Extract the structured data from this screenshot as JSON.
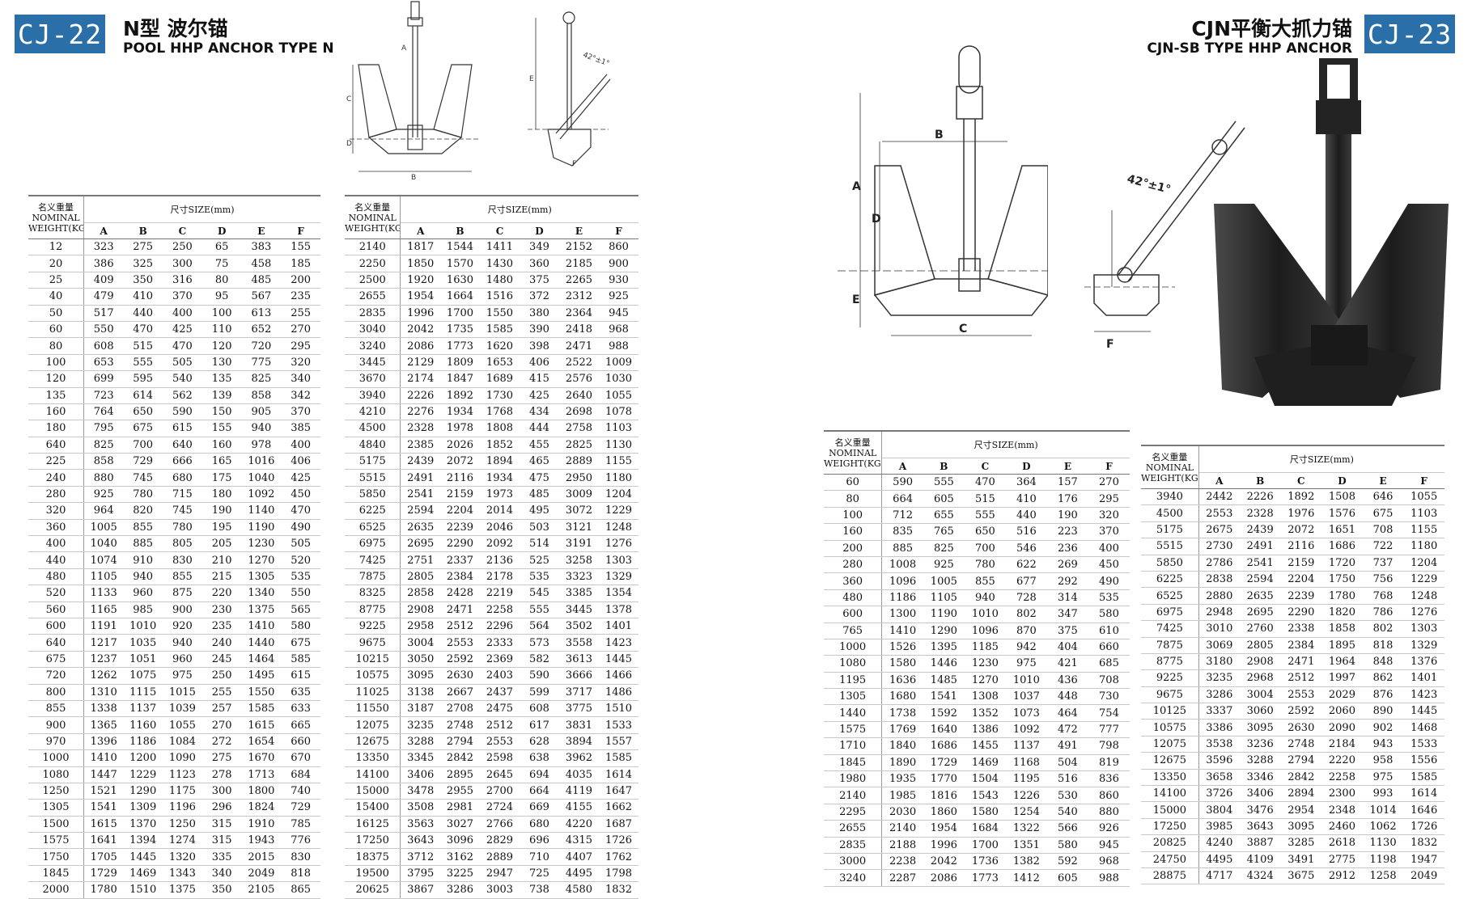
{
  "left": {
    "badge": "CJ-22",
    "title_cn": "N型 波尔锚",
    "title_en": "POOL HHP ANCHOR TYPE N",
    "header": {
      "weight_cn": "名义重量",
      "weight_en1": "NOMINAL",
      "weight_en2": "WEIGHT(KG)",
      "size": "尺寸SIZE(mm)"
    },
    "columns": [
      "A",
      "B",
      "C",
      "D",
      "E",
      "F"
    ],
    "angle_label": "42°±1°",
    "table1": [
      [
        "12",
        "323",
        "275",
        "250",
        "65",
        "383",
        "155"
      ],
      [
        "20",
        "386",
        "325",
        "300",
        "75",
        "458",
        "185"
      ],
      [
        "25",
        "409",
        "350",
        "316",
        "80",
        "485",
        "200"
      ],
      [
        "40",
        "479",
        "410",
        "370",
        "95",
        "567",
        "235"
      ],
      [
        "50",
        "517",
        "440",
        "400",
        "100",
        "613",
        "255"
      ],
      [
        "60",
        "550",
        "470",
        "425",
        "110",
        "652",
        "270"
      ],
      [
        "80",
        "608",
        "515",
        "470",
        "120",
        "720",
        "295"
      ],
      [
        "100",
        "653",
        "555",
        "505",
        "130",
        "775",
        "320"
      ],
      [
        "120",
        "699",
        "595",
        "540",
        "135",
        "825",
        "340"
      ],
      [
        "135",
        "723",
        "614",
        "562",
        "139",
        "858",
        "342"
      ],
      [
        "160",
        "764",
        "650",
        "590",
        "150",
        "905",
        "370"
      ],
      [
        "180",
        "795",
        "675",
        "615",
        "155",
        "940",
        "385"
      ],
      [
        "640",
        "825",
        "700",
        "640",
        "160",
        "978",
        "400"
      ],
      [
        "225",
        "858",
        "729",
        "666",
        "165",
        "1016",
        "406"
      ],
      [
        "240",
        "880",
        "745",
        "680",
        "175",
        "1040",
        "425"
      ],
      [
        "280",
        "925",
        "780",
        "715",
        "180",
        "1092",
        "450"
      ],
      [
        "320",
        "964",
        "820",
        "745",
        "190",
        "1140",
        "470"
      ],
      [
        "360",
        "1005",
        "855",
        "780",
        "195",
        "1190",
        "490"
      ],
      [
        "400",
        "1040",
        "885",
        "805",
        "205",
        "1230",
        "505"
      ],
      [
        "440",
        "1074",
        "910",
        "830",
        "210",
        "1270",
        "520"
      ],
      [
        "480",
        "1105",
        "940",
        "855",
        "215",
        "1305",
        "535"
      ],
      [
        "520",
        "1133",
        "960",
        "875",
        "220",
        "1340",
        "550"
      ],
      [
        "560",
        "1165",
        "985",
        "900",
        "230",
        "1375",
        "565"
      ],
      [
        "600",
        "1191",
        "1010",
        "920",
        "235",
        "1410",
        "580"
      ],
      [
        "640",
        "1217",
        "1035",
        "940",
        "240",
        "1440",
        "675"
      ],
      [
        "675",
        "1237",
        "1051",
        "960",
        "245",
        "1464",
        "585"
      ],
      [
        "720",
        "1262",
        "1075",
        "975",
        "250",
        "1495",
        "615"
      ],
      [
        "800",
        "1310",
        "1115",
        "1015",
        "255",
        "1550",
        "635"
      ],
      [
        "855",
        "1338",
        "1137",
        "1039",
        "257",
        "1585",
        "633"
      ],
      [
        "900",
        "1365",
        "1160",
        "1055",
        "270",
        "1615",
        "665"
      ],
      [
        "970",
        "1396",
        "1186",
        "1084",
        "272",
        "1654",
        "660"
      ],
      [
        "1000",
        "1410",
        "1200",
        "1090",
        "275",
        "1670",
        "670"
      ],
      [
        "1080",
        "1447",
        "1229",
        "1123",
        "278",
        "1713",
        "684"
      ],
      [
        "1250",
        "1521",
        "1290",
        "1175",
        "300",
        "1800",
        "740"
      ],
      [
        "1305",
        "1541",
        "1309",
        "1196",
        "296",
        "1824",
        "729"
      ],
      [
        "1500",
        "1615",
        "1370",
        "1250",
        "315",
        "1910",
        "785"
      ],
      [
        "1575",
        "1641",
        "1394",
        "1274",
        "315",
        "1943",
        "776"
      ],
      [
        "1750",
        "1705",
        "1445",
        "1320",
        "335",
        "2015",
        "830"
      ],
      [
        "1845",
        "1729",
        "1469",
        "1343",
        "340",
        "2049",
        "818"
      ],
      [
        "2000",
        "1780",
        "1510",
        "1375",
        "350",
        "2105",
        "865"
      ]
    ],
    "table2": [
      [
        "2140",
        "1817",
        "1544",
        "1411",
        "349",
        "2152",
        "860"
      ],
      [
        "2250",
        "1850",
        "1570",
        "1430",
        "360",
        "2185",
        "900"
      ],
      [
        "2500",
        "1920",
        "1630",
        "1480",
        "375",
        "2265",
        "930"
      ],
      [
        "2655",
        "1954",
        "1664",
        "1516",
        "372",
        "2312",
        "925"
      ],
      [
        "2835",
        "1996",
        "1700",
        "1550",
        "380",
        "2364",
        "945"
      ],
      [
        "3040",
        "2042",
        "1735",
        "1585",
        "390",
        "2418",
        "968"
      ],
      [
        "3240",
        "2086",
        "1773",
        "1620",
        "398",
        "2471",
        "988"
      ],
      [
        "3445",
        "2129",
        "1809",
        "1653",
        "406",
        "2522",
        "1009"
      ],
      [
        "3670",
        "2174",
        "1847",
        "1689",
        "415",
        "2576",
        "1030"
      ],
      [
        "3940",
        "2226",
        "1892",
        "1730",
        "425",
        "2640",
        "1055"
      ],
      [
        "4210",
        "2276",
        "1934",
        "1768",
        "434",
        "2698",
        "1078"
      ],
      [
        "4500",
        "2328",
        "1978",
        "1808",
        "444",
        "2758",
        "1103"
      ],
      [
        "4840",
        "2385",
        "2026",
        "1852",
        "455",
        "2825",
        "1130"
      ],
      [
        "5175",
        "2439",
        "2072",
        "1894",
        "465",
        "2889",
        "1155"
      ],
      [
        "5515",
        "2491",
        "2116",
        "1934",
        "475",
        "2950",
        "1180"
      ],
      [
        "5850",
        "2541",
        "2159",
        "1973",
        "485",
        "3009",
        "1204"
      ],
      [
        "6225",
        "2594",
        "2204",
        "2014",
        "495",
        "3072",
        "1229"
      ],
      [
        "6525",
        "2635",
        "2239",
        "2046",
        "503",
        "3121",
        "1248"
      ],
      [
        "6975",
        "2695",
        "2290",
        "2092",
        "514",
        "3191",
        "1276"
      ],
      [
        "7425",
        "2751",
        "2337",
        "2136",
        "525",
        "3258",
        "1303"
      ],
      [
        "7875",
        "2805",
        "2384",
        "2178",
        "535",
        "3323",
        "1329"
      ],
      [
        "8325",
        "2858",
        "2428",
        "2219",
        "545",
        "3385",
        "1354"
      ],
      [
        "8775",
        "2908",
        "2471",
        "2258",
        "555",
        "3445",
        "1378"
      ],
      [
        "9225",
        "2958",
        "2512",
        "2296",
        "564",
        "3502",
        "1401"
      ],
      [
        "9675",
        "3004",
        "2553",
        "2333",
        "573",
        "3558",
        "1423"
      ],
      [
        "10215",
        "3050",
        "2592",
        "2369",
        "582",
        "3613",
        "1445"
      ],
      [
        "10575",
        "3095",
        "2630",
        "2403",
        "590",
        "3666",
        "1466"
      ],
      [
        "11025",
        "3138",
        "2667",
        "2437",
        "599",
        "3717",
        "1486"
      ],
      [
        "11550",
        "3187",
        "2708",
        "2475",
        "608",
        "3775",
        "1510"
      ],
      [
        "12075",
        "3235",
        "2748",
        "2512",
        "617",
        "3831",
        "1533"
      ],
      [
        "12675",
        "3288",
        "2794",
        "2553",
        "628",
        "3894",
        "1557"
      ],
      [
        "13350",
        "3345",
        "2842",
        "2598",
        "638",
        "3962",
        "1585"
      ],
      [
        "14100",
        "3406",
        "2895",
        "2645",
        "694",
        "4035",
        "1614"
      ],
      [
        "15000",
        "3478",
        "2955",
        "2700",
        "664",
        "4119",
        "1647"
      ],
      [
        "15400",
        "3508",
        "2981",
        "2724",
        "669",
        "4155",
        "1662"
      ],
      [
        "16125",
        "3563",
        "3027",
        "2766",
        "680",
        "4220",
        "1687"
      ],
      [
        "17250",
        "3643",
        "3096",
        "2829",
        "696",
        "4315",
        "1726"
      ],
      [
        "18375",
        "3712",
        "3162",
        "2889",
        "710",
        "4407",
        "1762"
      ],
      [
        "19500",
        "3795",
        "3225",
        "2947",
        "725",
        "4495",
        "1798"
      ],
      [
        "20625",
        "3867",
        "3286",
        "3003",
        "738",
        "4580",
        "1832"
      ]
    ]
  },
  "right": {
    "badge": "CJ-23",
    "title_cn": "CJN平衡大抓力锚",
    "title_en": "CJN-SB TYPE HHP ANCHOR",
    "header": {
      "weight_cn": "名义重量",
      "weight_en1": "NOMINAL",
      "weight_en2": "WEIGHT(KG)",
      "size": "尺寸SIZE(mm)"
    },
    "columns": [
      "A",
      "B",
      "C",
      "D",
      "E",
      "F"
    ],
    "angle_label": "42°±1°",
    "table1": [
      [
        "60",
        "590",
        "555",
        "470",
        "364",
        "157",
        "270"
      ],
      [
        "80",
        "664",
        "605",
        "515",
        "410",
        "176",
        "295"
      ],
      [
        "100",
        "712",
        "655",
        "555",
        "440",
        "190",
        "320"
      ],
      [
        "160",
        "835",
        "765",
        "650",
        "516",
        "223",
        "370"
      ],
      [
        "200",
        "885",
        "825",
        "700",
        "546",
        "236",
        "400"
      ],
      [
        "280",
        "1008",
        "925",
        "780",
        "622",
        "269",
        "450"
      ],
      [
        "360",
        "1096",
        "1005",
        "855",
        "677",
        "292",
        "490"
      ],
      [
        "480",
        "1186",
        "1105",
        "940",
        "728",
        "314",
        "535"
      ],
      [
        "600",
        "1300",
        "1190",
        "1010",
        "802",
        "347",
        "580"
      ],
      [
        "765",
        "1410",
        "1290",
        "1096",
        "870",
        "375",
        "610"
      ],
      [
        "1000",
        "1526",
        "1395",
        "1185",
        "942",
        "404",
        "660"
      ],
      [
        "1080",
        "1580",
        "1446",
        "1230",
        "975",
        "421",
        "685"
      ],
      [
        "1195",
        "1636",
        "1485",
        "1270",
        "1010",
        "436",
        "708"
      ],
      [
        "1305",
        "1680",
        "1541",
        "1308",
        "1037",
        "448",
        "730"
      ],
      [
        "1440",
        "1738",
        "1592",
        "1352",
        "1073",
        "464",
        "754"
      ],
      [
        "1575",
        "1769",
        "1640",
        "1386",
        "1092",
        "472",
        "777"
      ],
      [
        "1710",
        "1840",
        "1686",
        "1455",
        "1137",
        "491",
        "798"
      ],
      [
        "1845",
        "1890",
        "1729",
        "1469",
        "1168",
        "504",
        "819"
      ],
      [
        "1980",
        "1935",
        "1770",
        "1504",
        "1195",
        "516",
        "836"
      ],
      [
        "2140",
        "1985",
        "1816",
        "1543",
        "1226",
        "530",
        "860"
      ],
      [
        "2295",
        "2030",
        "1860",
        "1580",
        "1254",
        "540",
        "880"
      ],
      [
        "2655",
        "2140",
        "1954",
        "1684",
        "1322",
        "566",
        "926"
      ],
      [
        "2835",
        "2188",
        "1996",
        "1700",
        "1351",
        "580",
        "945"
      ],
      [
        "3000",
        "2238",
        "2042",
        "1736",
        "1382",
        "592",
        "968"
      ],
      [
        "3240",
        "2287",
        "2086",
        "1773",
        "1412",
        "605",
        "988"
      ]
    ],
    "table2": [
      [
        "3940",
        "2442",
        "2226",
        "1892",
        "1508",
        "646",
        "1055"
      ],
      [
        "4500",
        "2553",
        "2328",
        "1976",
        "1576",
        "675",
        "1103"
      ],
      [
        "5175",
        "2675",
        "2439",
        "2072",
        "1651",
        "708",
        "1155"
      ],
      [
        "5515",
        "2730",
        "2491",
        "2116",
        "1686",
        "722",
        "1180"
      ],
      [
        "5850",
        "2786",
        "2541",
        "2159",
        "1720",
        "737",
        "1204"
      ],
      [
        "6225",
        "2838",
        "2594",
        "2204",
        "1750",
        "756",
        "1229"
      ],
      [
        "6525",
        "2880",
        "2635",
        "2239",
        "1780",
        "768",
        "1248"
      ],
      [
        "6975",
        "2948",
        "2695",
        "2290",
        "1820",
        "786",
        "1276"
      ],
      [
        "7425",
        "3010",
        "2760",
        "2338",
        "1858",
        "802",
        "1303"
      ],
      [
        "7875",
        "3069",
        "2805",
        "2384",
        "1895",
        "818",
        "1329"
      ],
      [
        "8775",
        "3180",
        "2908",
        "2471",
        "1964",
        "848",
        "1376"
      ],
      [
        "9225",
        "3235",
        "2968",
        "2512",
        "1997",
        "862",
        "1401"
      ],
      [
        "9675",
        "3286",
        "3004",
        "2553",
        "2029",
        "876",
        "1423"
      ],
      [
        "10125",
        "3337",
        "3060",
        "2592",
        "2060",
        "890",
        "1445"
      ],
      [
        "10575",
        "3386",
        "3095",
        "2630",
        "2090",
        "902",
        "1468"
      ],
      [
        "12075",
        "3538",
        "3236",
        "2748",
        "2184",
        "943",
        "1533"
      ],
      [
        "12675",
        "3596",
        "3288",
        "2794",
        "2220",
        "958",
        "1556"
      ],
      [
        "13350",
        "3658",
        "3346",
        "2842",
        "2258",
        "975",
        "1585"
      ],
      [
        "14100",
        "3726",
        "3406",
        "2894",
        "2300",
        "993",
        "1614"
      ],
      [
        "15000",
        "3804",
        "3476",
        "2954",
        "2348",
        "1014",
        "1646"
      ],
      [
        "17250",
        "3985",
        "3643",
        "3095",
        "2460",
        "1062",
        "1726"
      ],
      [
        "20825",
        "4240",
        "3887",
        "3285",
        "2618",
        "1130",
        "1832"
      ],
      [
        "24750",
        "4495",
        "4109",
        "3491",
        "2775",
        "1198",
        "1947"
      ],
      [
        "28875",
        "4717",
        "4324",
        "3675",
        "2912",
        "1258",
        "2049"
      ]
    ]
  }
}
